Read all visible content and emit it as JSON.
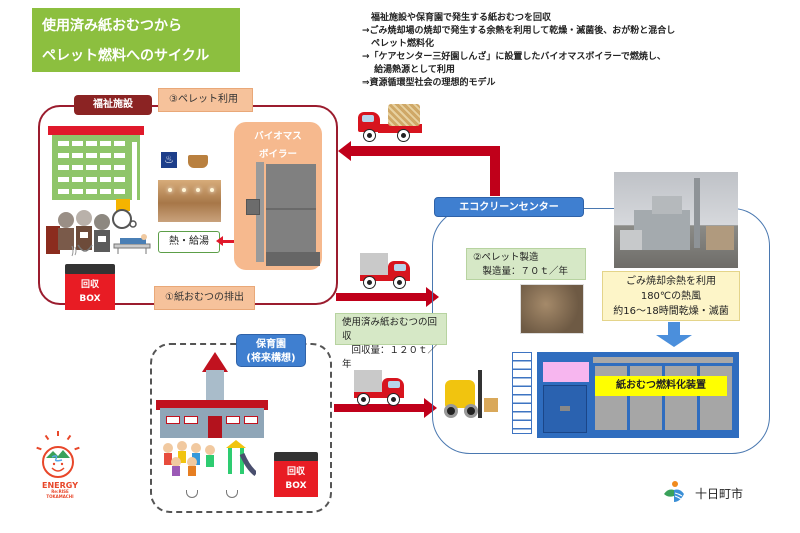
{
  "title": {
    "line1": "使用済み紙おむつから",
    "line2": "ペレット燃料へのサイクル"
  },
  "description": [
    "　福祉施設や保育園で発生する紙おむつを回収",
    "→ごみ焼却場の焼却で発生する余熱を利用して乾燥・滅菌後、おが粉と混合し",
    "　ペレット燃料化",
    "→「ケアセンター三好園しんざ」に設置したバイオマスボイラーで燃焼し、",
    "　 給湯熱源として利用",
    "⇒資源循環型社会の理想的モデル"
  ],
  "welfare": {
    "label": "福祉施設",
    "step3": "③ペレット利用",
    "step1": "①紙おむつの排出",
    "boiler_line1": "バイオマス",
    "boiler_line2": "ボイラー",
    "heat_supply": "熱・給湯",
    "onsen_icon": "♨",
    "collection_box_line1": "回収",
    "collection_box_line2": "BOX"
  },
  "eco_center": {
    "label": "エコクリーンセンター",
    "pellet_step_line1": "②ペレット製造",
    "pellet_step_line2": "　製造量：７０ｔ／年",
    "heat_note_line1": "ごみ焼却余熱を利用",
    "heat_note_line2": "180℃の熱風",
    "heat_note_line3": "約16～18時間乾燥・滅菌",
    "device_label": "紙おむつ燃料化装置"
  },
  "collection": {
    "line1": "使用済み紙おむつの回収",
    "line2": "　回収量：１２０ｔ／年"
  },
  "nursery": {
    "label_line1": "保育園",
    "label_line2": "(将来構想)",
    "collection_box_line1": "回収",
    "collection_box_line2": "BOX"
  },
  "logos": {
    "energy_line1": "ENERGY",
    "energy_line2": "Re:RISE",
    "energy_line3": "TOKAMACHI",
    "city_name": "十日町市"
  },
  "colors": {
    "title_green": "#8cbf3f",
    "welfare_red": "#9b1c2e",
    "arrow_red": "#c0001a",
    "eco_blue": "#3f7fd0",
    "label_orange": "#f6c29b",
    "note_green": "#d6e8c6",
    "note_yellow": "#fdf5c8",
    "device_yellow": "#ffff00"
  }
}
